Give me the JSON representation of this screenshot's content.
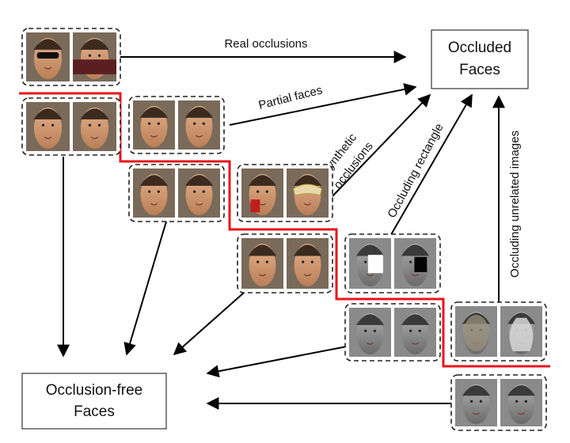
{
  "labels": {
    "occluded_faces_line1": "Occluded",
    "occluded_faces_line2": "Faces",
    "occlusion_free_line1": "Occlusion-free",
    "occlusion_free_line2": "Faces",
    "real_occlusions": "Real occlusions",
    "partial_faces": "Partial faces",
    "synthetic_line1": "Synthetic",
    "synthetic_line2": "occlusions",
    "occluding_rectangle": "Occluding rectangle",
    "occluding_unrelated": "Occluding  unrelated images"
  },
  "colors": {
    "separator": "#e8141c",
    "arrow": "#000000",
    "box_border": "#333333"
  },
  "images": [
    "face with sunglasses",
    "face with lower half occluded",
    "man face",
    "woman face",
    "cropped child face",
    "cropped woman face",
    "asian man face",
    "asian woman face",
    "man drinking from mug",
    "woman with carnival mask",
    "man face",
    "woman smiling",
    "grayscale face with white rectangle",
    "grayscale face with black square",
    "grayscale young man",
    "grayscale young woman",
    "face overlaid with animal image",
    "face overlaid with vase image",
    "grayscale man",
    "grayscale man"
  ]
}
